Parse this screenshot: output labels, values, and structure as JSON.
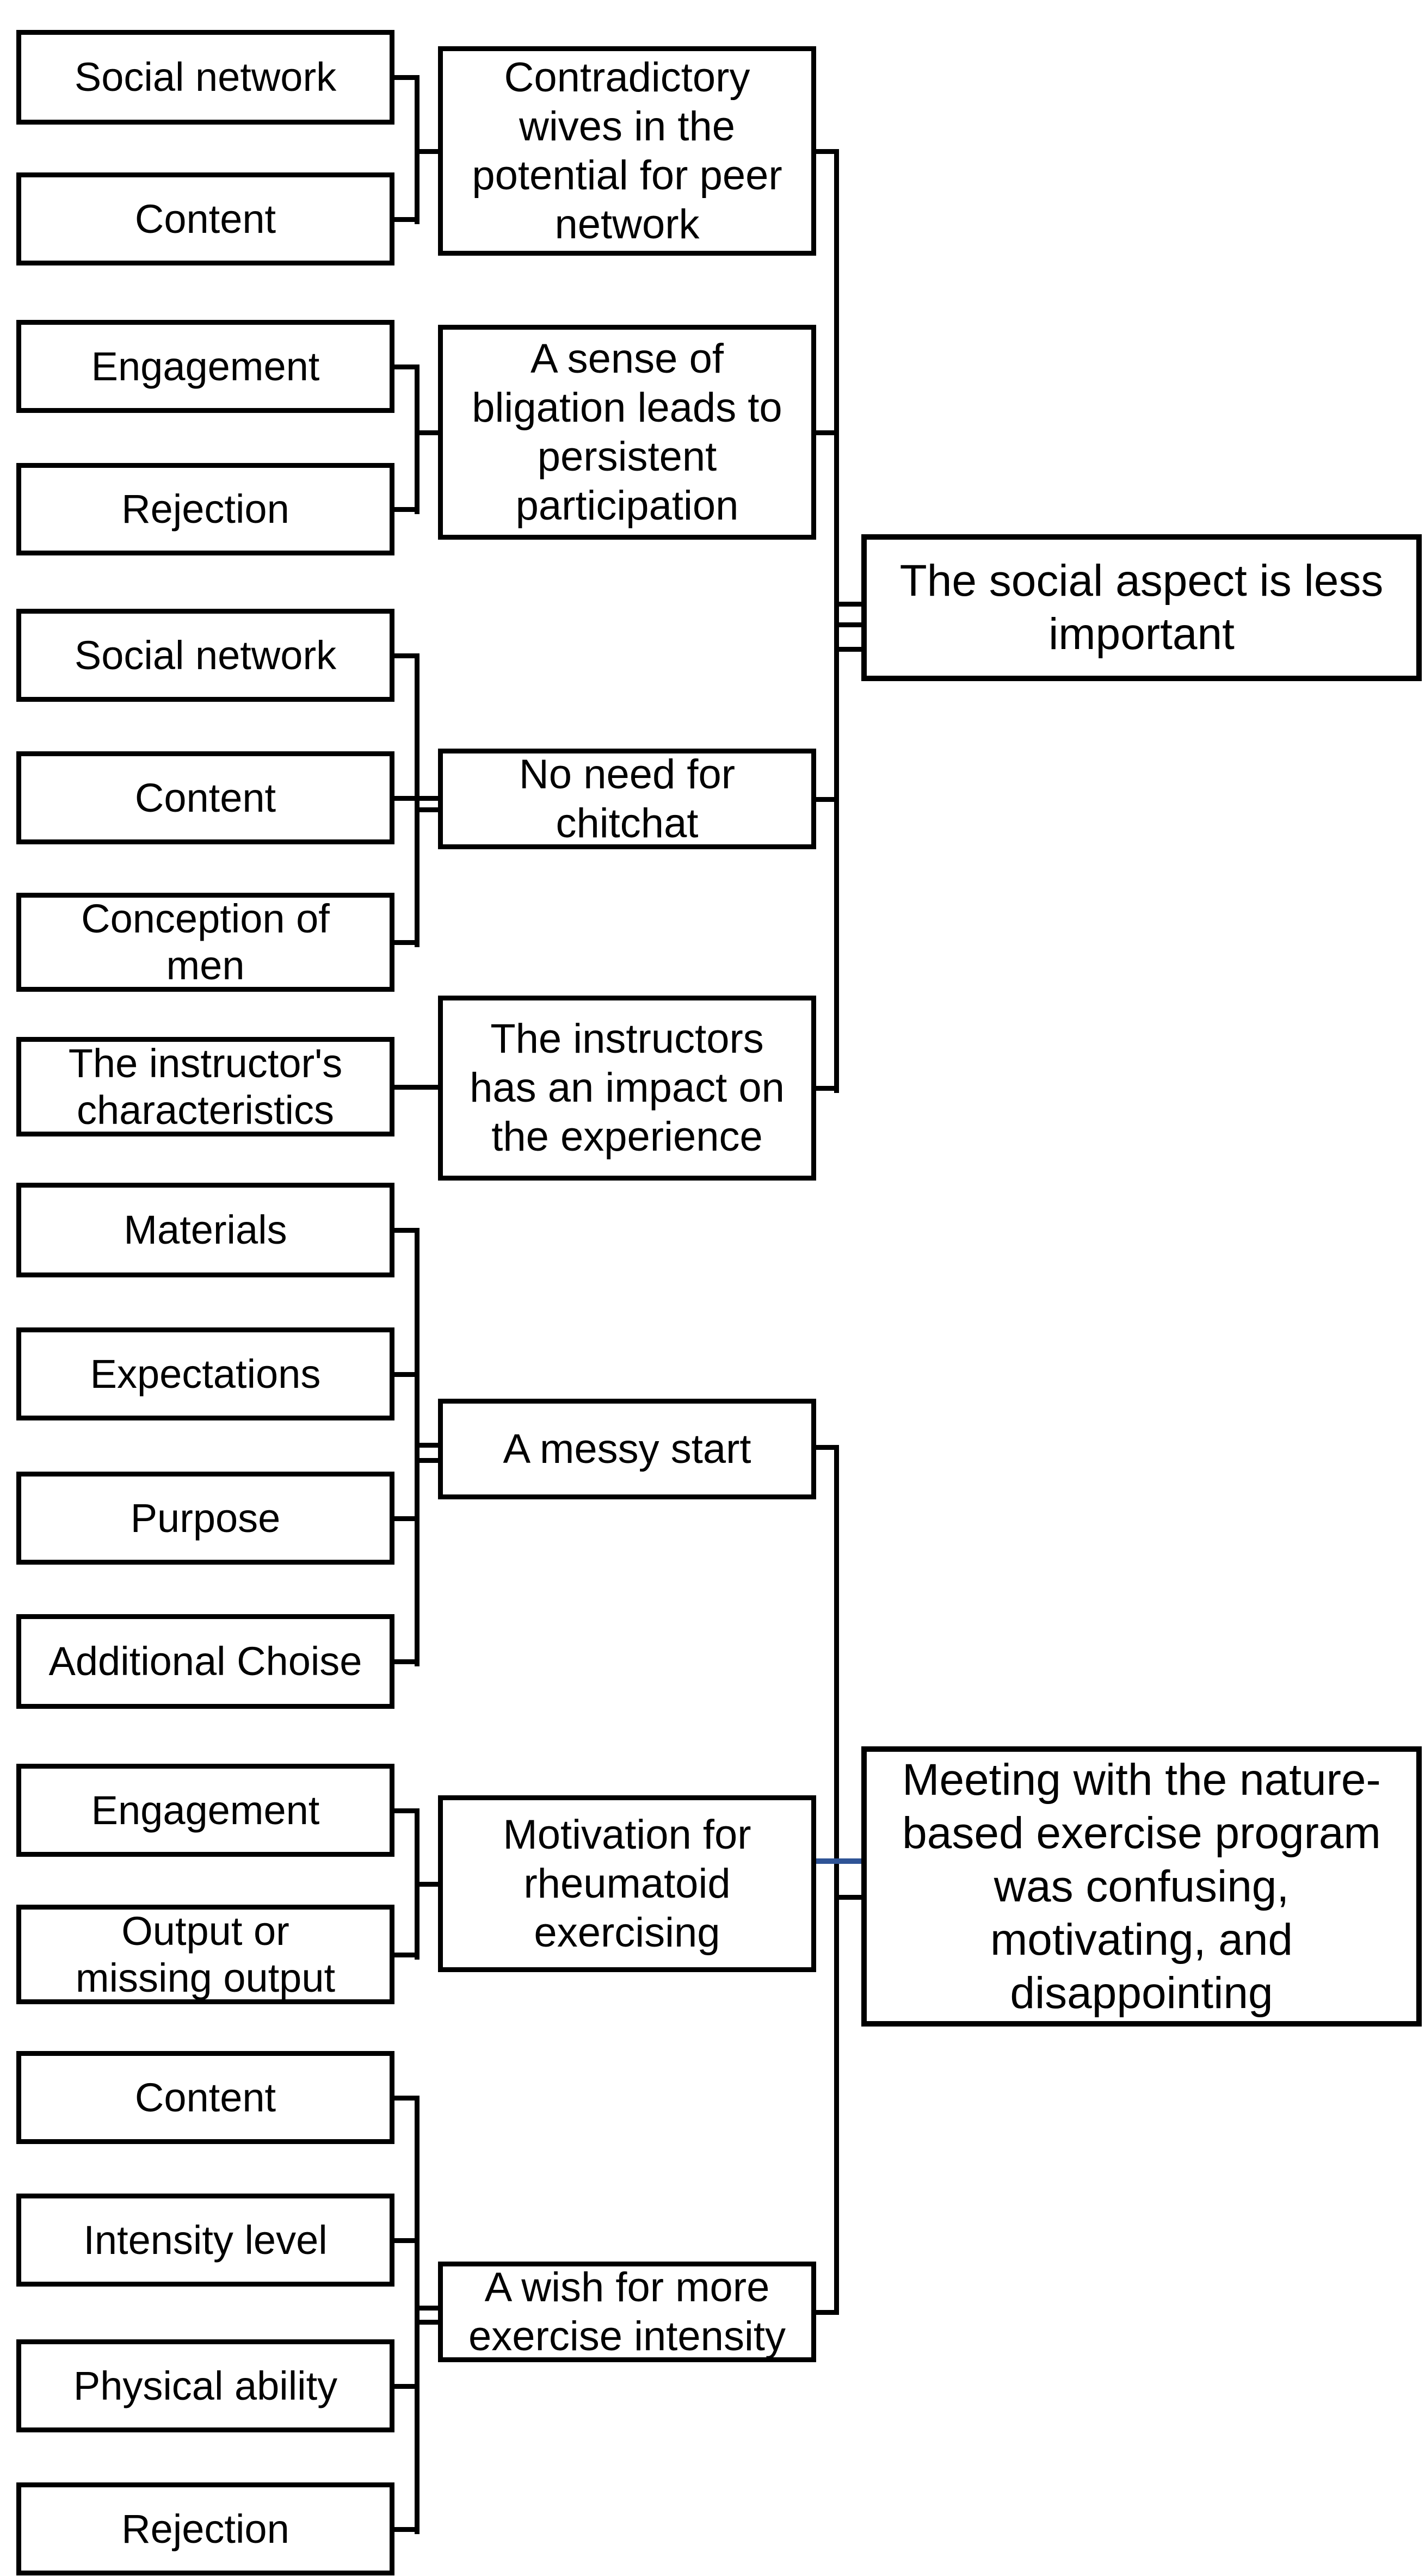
{
  "diagram": {
    "colors": {
      "line": "#000000",
      "blue_connector": "#2F5496",
      "background": "#ffffff",
      "text": "#000000"
    },
    "boxes": {
      "left": [
        {
          "label": "Social network"
        },
        {
          "label": "Content"
        },
        {
          "label": "Engagement"
        },
        {
          "label": "Rejection"
        },
        {
          "label": "Social network"
        },
        {
          "label": "Content"
        },
        {
          "label": "Conception of\nmen"
        },
        {
          "label": "The instructor's\ncharacteristics"
        },
        {
          "label": "Materials"
        },
        {
          "label": "Expectations"
        },
        {
          "label": "Purpose"
        },
        {
          "label": "Additional Choise"
        },
        {
          "label": "Engagement"
        },
        {
          "label": "Output or\nmissing output"
        },
        {
          "label": "Content"
        },
        {
          "label": "Intensity level"
        },
        {
          "label": "Physical ability"
        },
        {
          "label": "Rejection"
        }
      ],
      "middle": [
        {
          "label": "Contradictory\nwives in the\npotential for peer\nnetwork"
        },
        {
          "label": "A sense of\nbligation leads to\npersistent\nparticipation"
        },
        {
          "label": "No need for\nchitchat"
        },
        {
          "label": "The instructors\nhas an impact on\nthe experience"
        },
        {
          "label": "A messy start"
        },
        {
          "label": "Motivation for\nrheumatoid\nexercising"
        },
        {
          "label": "A wish for more\nexercise intensity"
        }
      ],
      "right": [
        {
          "label": "The social aspect is less\nimportant"
        },
        {
          "label": "Meeting with the nature-\nbased exercise program\nwas confusing,\nmotivating, and\ndisappointing"
        }
      ]
    }
  }
}
